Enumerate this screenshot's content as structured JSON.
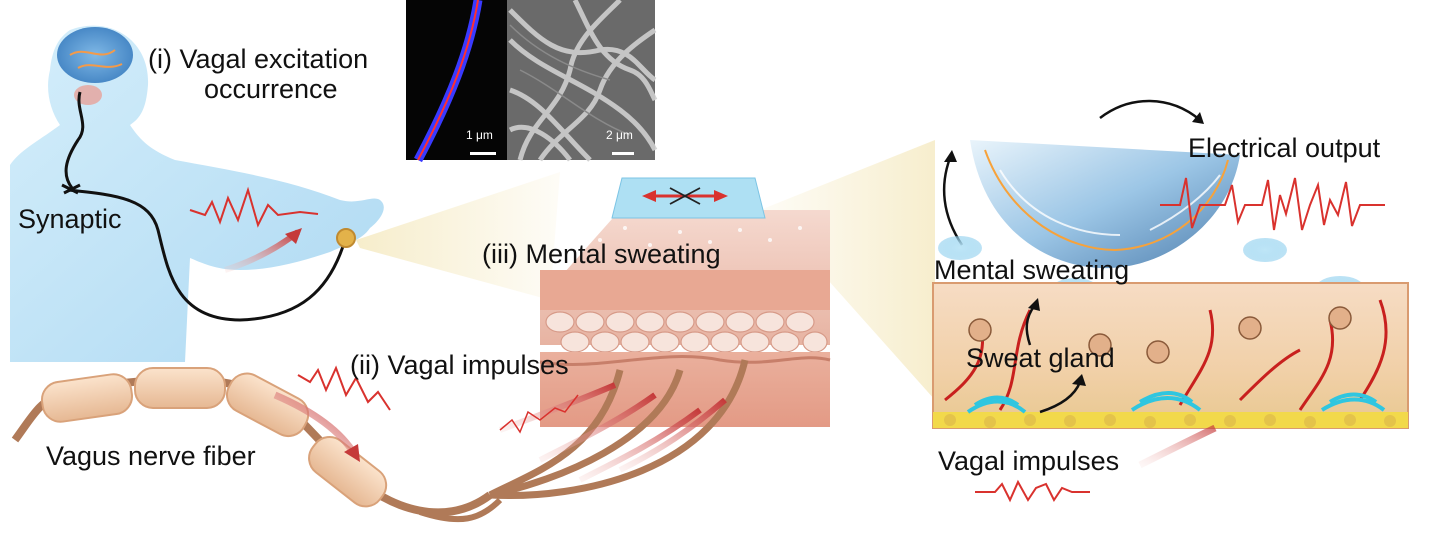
{
  "labels": {
    "vagal_excitation_line1": "(i) Vagal excitation",
    "vagal_excitation_line2": "occurrence",
    "synaptic": "Synaptic",
    "mental_sweating_panel": "(iii) Mental sweating",
    "vagal_impulses_panel": "(ii) Vagal impulses",
    "vagus_nerve_fiber": "Vagus nerve fiber",
    "electrical_output": "Electrical output",
    "mental_sweating_right": "Mental sweating",
    "sweat_gland": "Sweat gland",
    "vagal_impulses_right": "Vagal impulses"
  },
  "micrographs": {
    "fluorescence_scale": "1 μm",
    "sem_scale": "2 μm"
  },
  "colors": {
    "body": "#bfe3f7",
    "brain": "#5b9fd6",
    "nerve_line": "#111111",
    "nerve_fiber": "#b07a58",
    "skin_pink": "#e8a490",
    "waveform_red": "#d9322e",
    "cone": "#f3e8c6",
    "fluorescence_red": "#ff3030",
    "fluorescence_blue": "#3a3aff"
  }
}
